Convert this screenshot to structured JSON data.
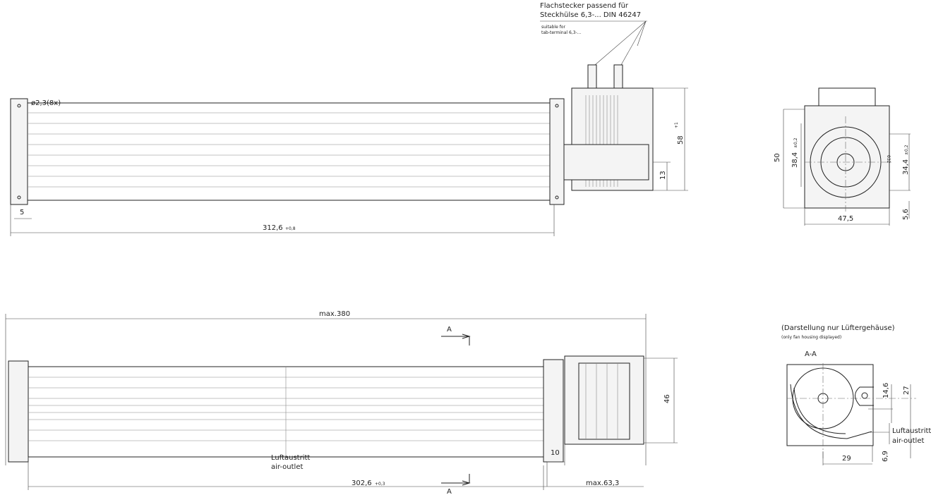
{
  "connector_note": {
    "de_line1": "Flachstecker passend für",
    "de_line2": "Steckhülse 6,3-... DIN 46247",
    "en_line1": "suitable for",
    "en_line2": "tab-terminal 6,3-..."
  },
  "top_view": {
    "hole_dim": "ø2,3(8x)",
    "edge_dim": "5",
    "length_dim": "312,6",
    "length_tol": "+0,8",
    "height_dim": "58",
    "height_tol": "+1",
    "shaft_dim": "13"
  },
  "end_view": {
    "height_dim": "50",
    "inner_dim": "38,4",
    "inner_tol": "±0,2",
    "right_dim": "34,4",
    "right_tol": "±0,2",
    "width_dim": "47,5",
    "bottom_dim": "5,6",
    "part_mark": "032"
  },
  "front_view": {
    "overall_dim": "max.380",
    "section_mark_top": "A",
    "section_mark_bottom": "A",
    "motor_height_dim": "46",
    "offset_dim": "10",
    "outlet_de": "Luftaustritt",
    "outlet_en": "air-outlet",
    "length_dim": "302,6",
    "length_tol": "+0,3",
    "motor_dim": "max.63,3"
  },
  "section_view": {
    "note_de": "(Darstellung nur Lüftergehäuse)",
    "note_en": "(only fan housing displayed)",
    "title": "A-A",
    "dim_14_6": "14,6",
    "dim_27": "27",
    "outlet_de": "Luftaustritt",
    "outlet_en": "air-outlet",
    "dim_29": "29",
    "dim_6_9": "6,9"
  }
}
